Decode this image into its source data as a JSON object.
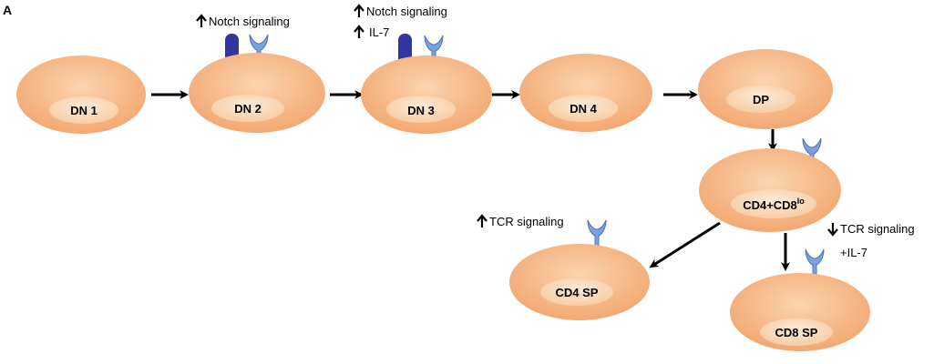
{
  "panel_label": "A",
  "colors": {
    "cell_fill_light": "#fbd4ae",
    "cell_fill_dark": "#f2a872",
    "nucleus_fill_light": "#fdebd7",
    "nucleus_fill_dark": "#f7c9a0",
    "receptor_notch": "#33369e",
    "receptor_tcr": "#7aa2df",
    "arrow": "#000000"
  },
  "cells": [
    {
      "id": "dn1",
      "label": "DN 1"
    },
    {
      "id": "dn2",
      "label": "DN 2"
    },
    {
      "id": "dn3",
      "label": "DN 3"
    },
    {
      "id": "dn4",
      "label": "DN 4"
    },
    {
      "id": "dp",
      "label": "DP"
    },
    {
      "id": "cd4cd8lo",
      "label": "CD4+CD8",
      "superscript": "lo"
    },
    {
      "id": "cd4sp",
      "label": "CD4 SP"
    },
    {
      "id": "cd8sp",
      "label": "CD8 SP"
    }
  ],
  "annotations": {
    "dn2_up": "Notch signaling",
    "dn3_up1": "Notch signaling",
    "dn3_up2": "IL-7",
    "cd4_up": "TCR signaling",
    "cd8_down": "TCR signaling",
    "cd8_plus": "+IL-7"
  },
  "icons": {
    "up_arrow": "up-arrow-icon",
    "down_arrow": "down-arrow-icon",
    "notch_receptor": "notch-receptor-icon",
    "cytokine_receptor": "receptor-icon"
  }
}
